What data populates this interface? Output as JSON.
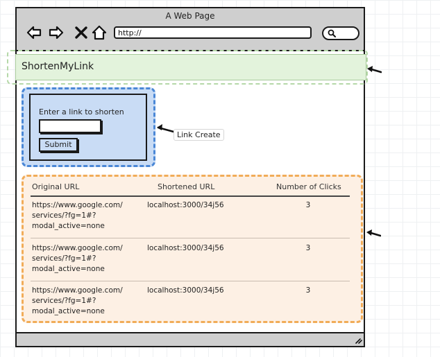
{
  "window": {
    "title": "A Web Page",
    "url": "http://",
    "nav_icons": [
      "back-arrow-icon",
      "forward-arrow-icon",
      "close-x-icon",
      "home-icon"
    ],
    "search_icon": "search-icon"
  },
  "app": {
    "title": "ShortenMyLink"
  },
  "form": {
    "label": "Enter a link to shorten",
    "input_value": "",
    "submit_label": "Submit"
  },
  "annotation": {
    "form_label": "Link Create"
  },
  "table": {
    "headers": [
      "Original URL",
      "Shortened URL",
      "Number of Clicks"
    ],
    "rows": [
      {
        "original": [
          "https://www.google.com/",
          "services/?fg=1#?",
          "modal_active=none"
        ],
        "short": "localhost:3000/34j56",
        "clicks": "3"
      },
      {
        "original": [
          "https://www.google.com/",
          "services/?fg=1#?",
          "modal_active=none"
        ],
        "short": "localhost:3000/34j56",
        "clicks": "3"
      },
      {
        "original": [
          "https://www.google.com/",
          "services/?fg=1#?",
          "modal_active=none"
        ],
        "short": "localhost:3000/34j56",
        "clicks": "3"
      }
    ]
  },
  "colors": {
    "header_bg": "#e3f3dc",
    "form_bg": "#c9dcf5",
    "form_border": "#4a87d6",
    "table_bg": "#fdf0e4",
    "table_border": "#f1ac58"
  }
}
